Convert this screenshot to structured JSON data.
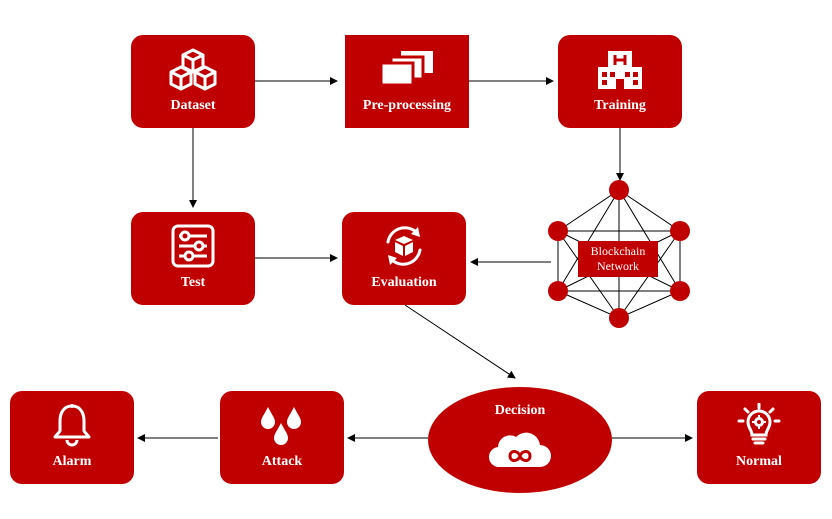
{
  "colors": {
    "accent": "#c00000",
    "edge": "#000000",
    "icon": "#ffffff"
  },
  "nodes": {
    "dataset": {
      "label": "Dataset",
      "icon": "cubes-icon"
    },
    "preprocessing": {
      "label": "Pre-processing",
      "icon": "stacked-layers-icon"
    },
    "training": {
      "label": "Training",
      "icon": "hospital-building-icon"
    },
    "test": {
      "label": "Test",
      "icon": "sliders-icon"
    },
    "evaluation": {
      "label": "Evaluation",
      "icon": "box-refresh-icon"
    },
    "blockchain": {
      "label_line1": "Blockchain",
      "label_line2": "Network",
      "icon": "network-mesh-icon"
    },
    "decision": {
      "label": "Decision",
      "icon": "cloud-infinity-icon"
    },
    "alarm": {
      "label": "Alarm",
      "icon": "bell-icon"
    },
    "attack": {
      "label": "Attack",
      "icon": "drops-icon"
    },
    "normal": {
      "label": "Normal",
      "icon": "lightbulb-gear-icon"
    }
  },
  "edges": [
    {
      "from": "dataset",
      "to": "preprocessing"
    },
    {
      "from": "preprocessing",
      "to": "training"
    },
    {
      "from": "training",
      "to": "blockchain"
    },
    {
      "from": "dataset",
      "to": "test"
    },
    {
      "from": "test",
      "to": "evaluation"
    },
    {
      "from": "blockchain",
      "to": "evaluation"
    },
    {
      "from": "evaluation",
      "to": "decision"
    },
    {
      "from": "decision",
      "to": "attack"
    },
    {
      "from": "attack",
      "to": "alarm"
    },
    {
      "from": "decision",
      "to": "normal"
    }
  ]
}
